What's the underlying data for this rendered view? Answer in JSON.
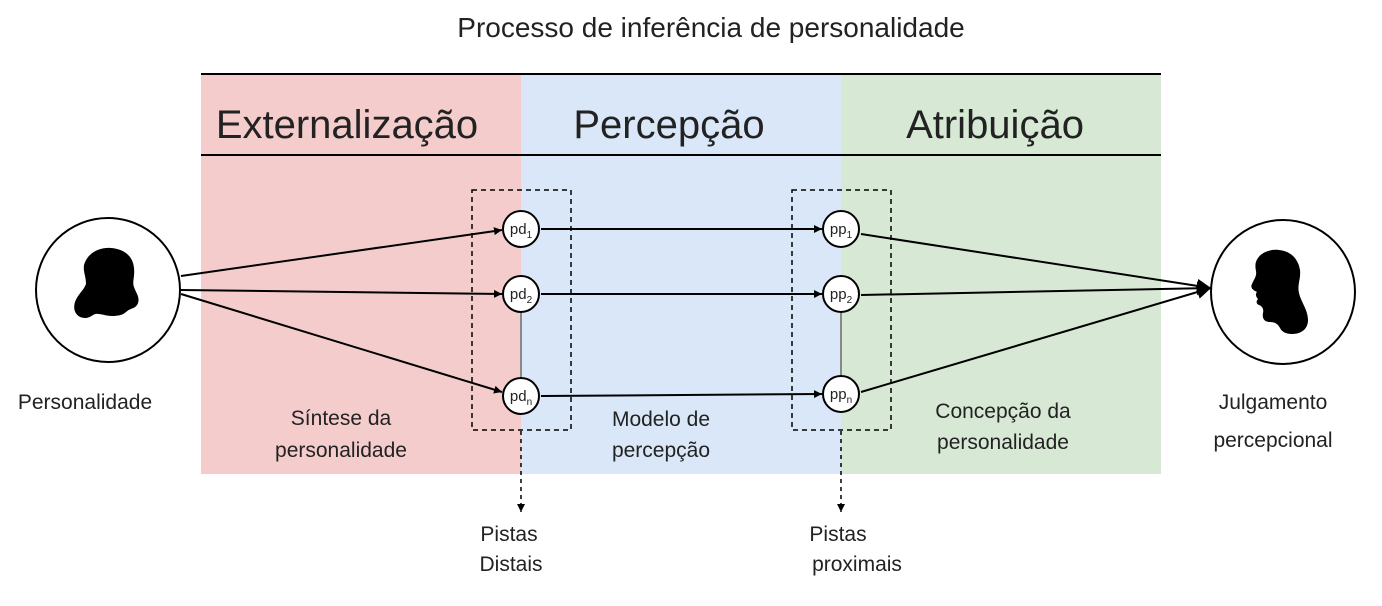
{
  "title": "Processo de inferência de personalidade",
  "colors": {
    "externalizacao": "#f5cccc",
    "percepcao": "#dae7f8",
    "atribuicao": "#d7e9d5",
    "line": "#000000",
    "text": "#222222"
  },
  "phases": [
    {
      "label": "Externalização",
      "color_key": "externalizacao"
    },
    {
      "label": "Percepção",
      "color_key": "percepcao"
    },
    {
      "label": "Atribuição",
      "color_key": "atribuicao"
    }
  ],
  "actors": {
    "left": {
      "label": "Personalidade",
      "icon": "head-silhouette-icon"
    },
    "right": {
      "label_line1": "Julgamento",
      "label_line2": "percepcional",
      "icon": "head-silhouette-icon"
    }
  },
  "distal_nodes": [
    {
      "base": "pd",
      "sub": "1"
    },
    {
      "base": "pd",
      "sub": "2"
    },
    {
      "base": "pd",
      "sub": "n"
    }
  ],
  "proximal_nodes": [
    {
      "base": "pp",
      "sub": "1"
    },
    {
      "base": "pp",
      "sub": "2"
    },
    {
      "base": "pp",
      "sub": "n"
    }
  ],
  "phase_captions": {
    "externalizacao": {
      "line1": "Síntese da",
      "line2": "personalidade"
    },
    "percepcao": {
      "line1": "Modelo de",
      "line2": "percepção"
    },
    "atribuicao": {
      "line1": "Concepção da",
      "line2": "personalidade"
    }
  },
  "cue_labels": {
    "distal": {
      "line1": "Pistas",
      "line2": "Distais"
    },
    "proximal": {
      "line1": "Pistas",
      "line2": "proximais"
    }
  }
}
